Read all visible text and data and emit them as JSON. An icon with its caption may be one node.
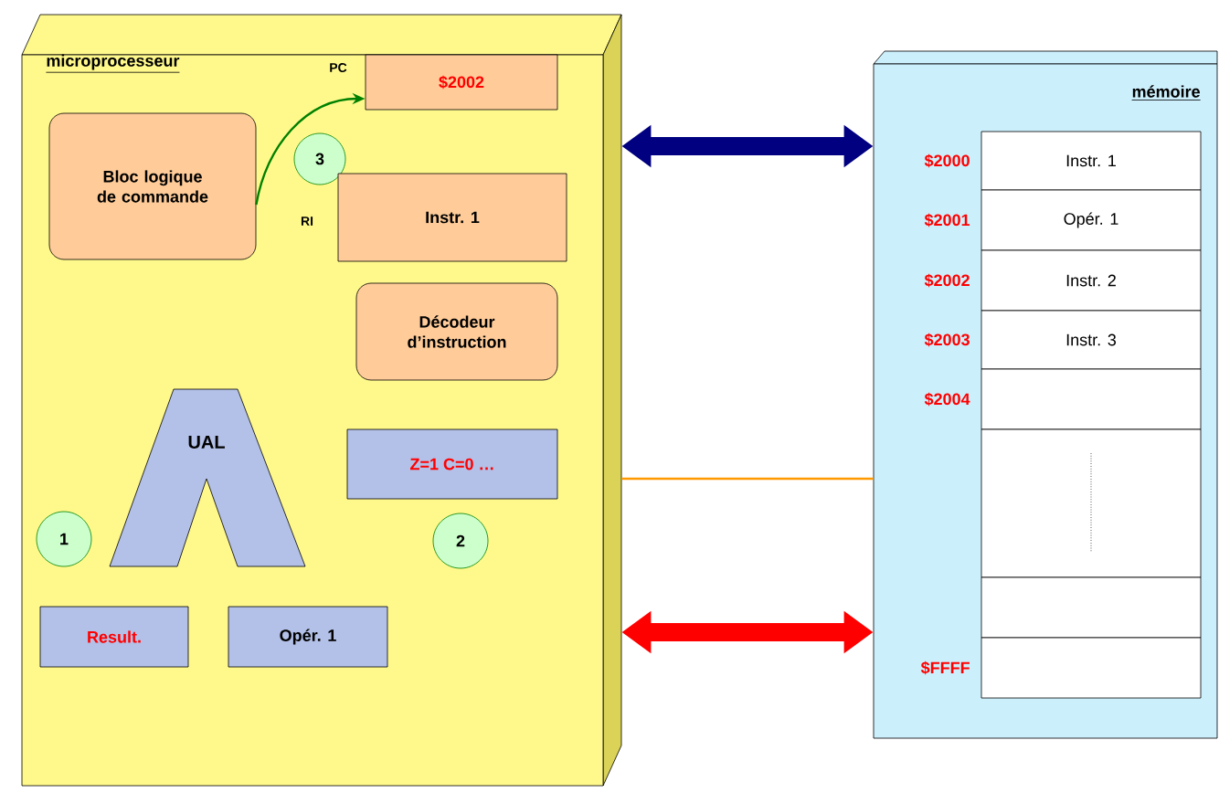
{
  "diagram": {
    "nodes": [
      {
        "text": [
          "microprocesseur"
        ]
      },
      {
        "text": [
          "$2002"
        ],
        "beside": [
          "PC"
        ],
        "in": 0
      },
      {
        "text": [
          "Bloc logique de commande"
        ],
        "in": 0
      },
      {
        "text": [
          "3"
        ],
        "in": 0
      },
      {
        "text": [
          "Instr. 1"
        ],
        "beside": [
          "RI"
        ],
        "in": 0
      },
      {
        "text": [
          "Décodeur d’instruction"
        ],
        "in": 0
      },
      {
        "text": [
          "UAL"
        ],
        "in": 0
      },
      {
        "text": [
          "Z=1 C=0 …"
        ],
        "in": 0
      },
      {
        "text": [
          "1"
        ],
        "in": 0
      },
      {
        "text": [
          "2"
        ],
        "in": 0
      },
      {
        "text": [
          "Result."
        ],
        "in": 0
      },
      {
        "text": [
          "Opér. 1"
        ],
        "in": 0
      },
      {
        "text": [
          "mémoire"
        ]
      },
      {
        "text": [
          "Instr. 1"
        ],
        "beside": [
          "$2000"
        ],
        "in": 12
      },
      {
        "text": [
          "Opér. 1"
        ],
        "beside": [
          "$2001"
        ],
        "in": 12
      },
      {
        "text": [
          "Instr. 2"
        ],
        "beside": [
          "$2002"
        ],
        "in": 12
      },
      {
        "text": [
          "Instr. 3"
        ],
        "beside": [
          "$2003"
        ],
        "in": 12
      },
      {
        "text": [],
        "shape": "box",
        "beside": [
          "$2004"
        ],
        "in": 12
      },
      {
        "text": [],
        "shape": "box",
        "in": 12
      },
      {
        "text": [],
        "shape": "box",
        "in": 12
      },
      {
        "text": [],
        "shape": "box",
        "beside": [
          "$FFFF"
        ],
        "in": 12
      }
    ],
    "edges": [
      {
        "from": 0,
        "to": 12,
        "arrow": "both",
        "style": "thick",
        "color": "#000080"
      },
      {
        "from": 0,
        "to": 12,
        "arrow": "none",
        "color": "#ff9900"
      },
      {
        "from": 0,
        "to": 12,
        "arrow": "both",
        "style": "thick",
        "color": "#ff0000"
      },
      {
        "from": 2,
        "to": 1,
        "arrow": "to",
        "color": "#008000"
      }
    ]
  }
}
